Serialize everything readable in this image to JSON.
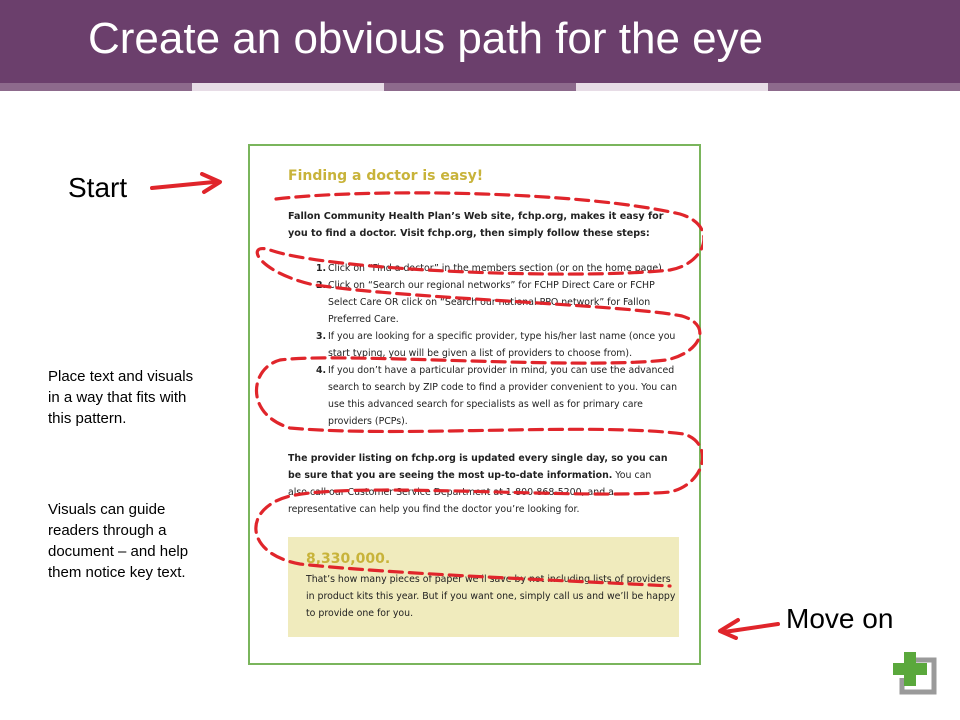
{
  "slide": {
    "title": "Create an obvious path for the eye",
    "start_label": "Start",
    "move_on_label": "Move on",
    "tip_pattern": "Place text and visuals in a way that fits with this pattern.",
    "tip_visuals": "Visuals can guide readers through a document – and help them notice key text.",
    "accent_color": "#6b3f6c",
    "arrow_color": "#e0252b"
  },
  "document": {
    "heading": "Finding a doctor is easy!",
    "intro": "Fallon Community Health Plan’s Web site, fchp.org, makes it easy for you to find a doctor. Visit fchp.org, then simply follow these steps:",
    "steps": [
      {
        "num": "1.",
        "text": "Click on “Find a doctor” in the members section (or on the home page)."
      },
      {
        "num": "2.",
        "text": "Click on “Search our regional networks” for FCHP Direct Care or FCHP Select Care OR click on “Search our national PPO network” for Fallon Preferred Care."
      },
      {
        "num": "3.",
        "text": "If you are looking for a specific provider, type his/her last name (once you start typing, you will be given a list of providers to choose from)."
      },
      {
        "num": "4.",
        "text": "If you don’t have a particular provider in mind, you can use the advanced search to search by ZIP code to find a provider convenient to you. You can use this advanced search for specialists as well as for primary care providers (PCPs)."
      }
    ],
    "listing_bold": "The provider listing on fchp.org is updated every single day, so you can be sure that you are seeing the most up-to-date information.",
    "listing_rest": " You can also call our Customer Service Department at 1-800-868-5200, and a representative can help you find the doctor you’re looking for.",
    "callout_number": "8,330,000.",
    "callout_text": "That’s how many pieces of paper we’ll save by not including lists of providers in product kits this year. But if you want one, simply call us and we’ll be happy to provide one for you.",
    "border_color": "#7ab55c",
    "heading_color": "#c8b33a",
    "callout_bg": "#f0ebbd"
  },
  "icons": {
    "start_arrow": "arrow-right-icon",
    "move_on_arrow": "arrow-left-icon",
    "logo": "plus-logo-icon"
  }
}
